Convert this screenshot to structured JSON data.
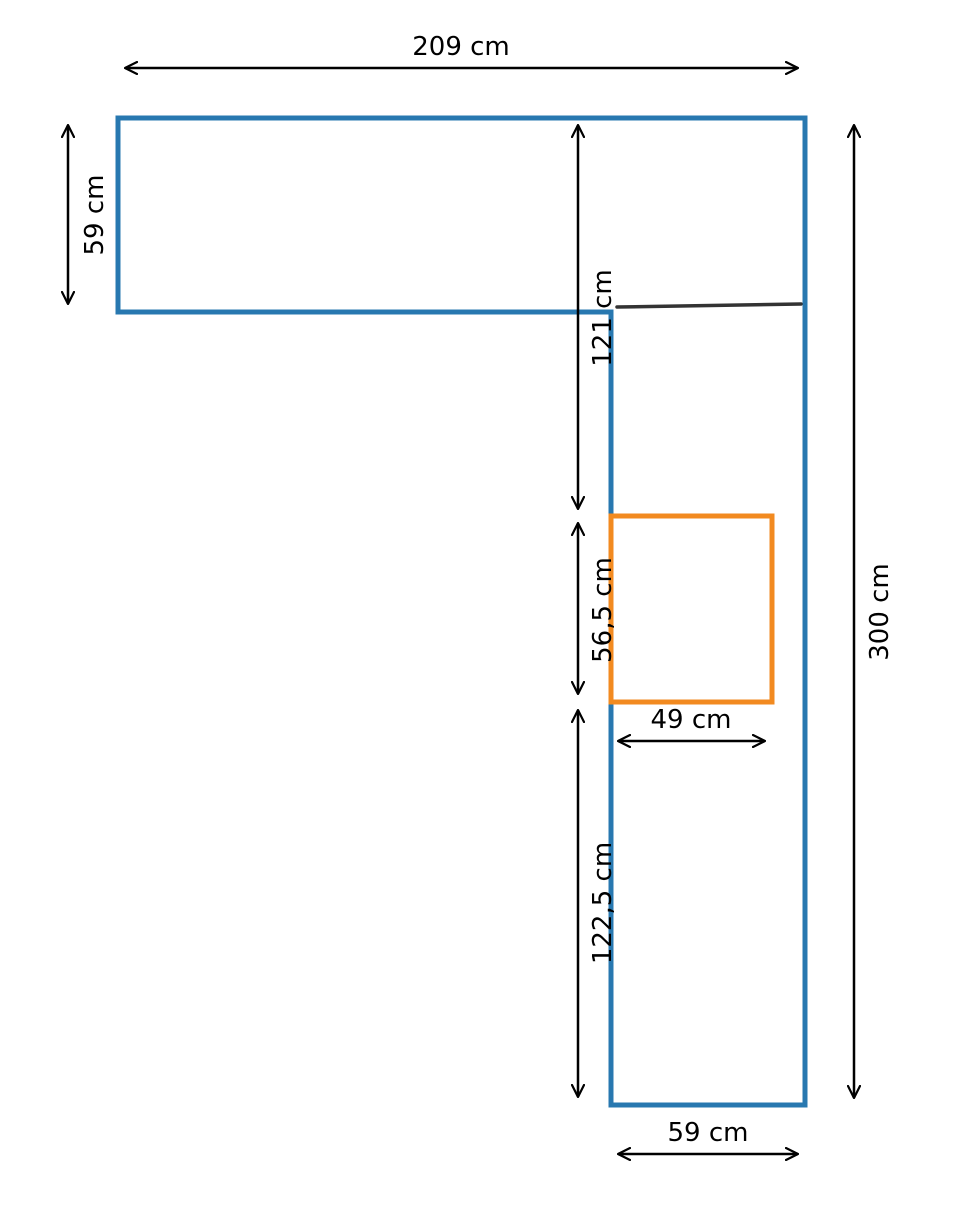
{
  "colors": {
    "countertop_outline": "#2878b0",
    "cutout_outline": "#f28a20",
    "dimension_line": "#000000",
    "seam_line": "#333333"
  },
  "labels": {
    "top_width": "209 cm",
    "left_depth": "59 cm",
    "right_total": "300 cm",
    "upper_segment": "121 cm",
    "cutout_height": "56,5 cm",
    "lower_segment": "122,5 cm",
    "cutout_width": "49 cm",
    "bottom_width": "59 cm"
  }
}
